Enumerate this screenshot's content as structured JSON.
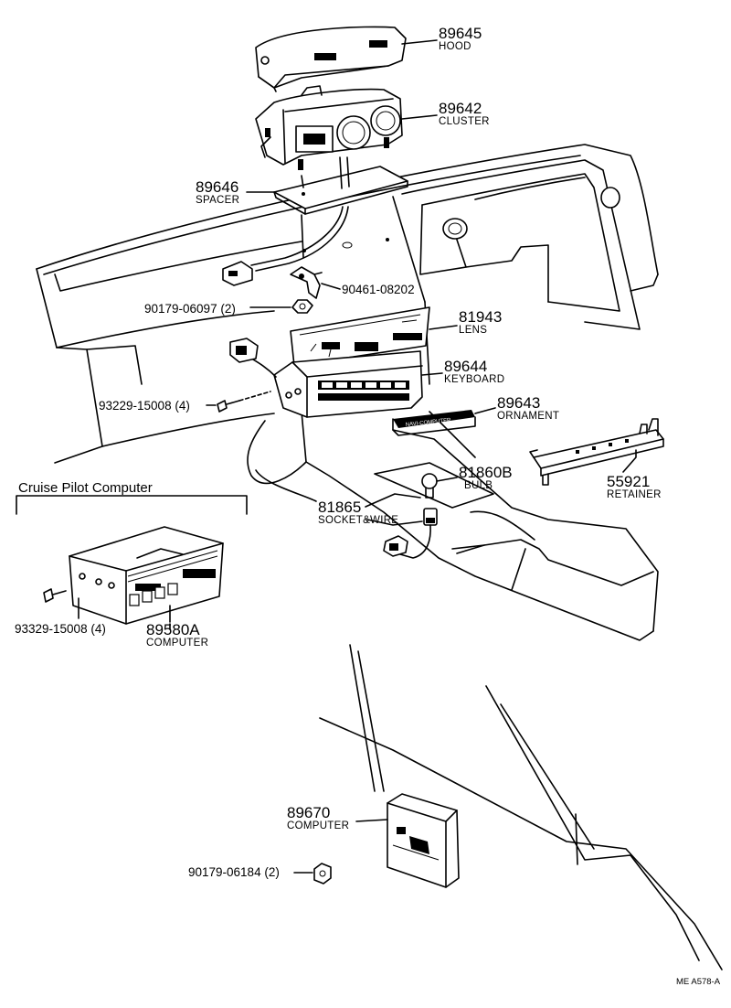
{
  "section": {
    "cruise_title": "Cruise Pilot Computer"
  },
  "parts": {
    "hood": {
      "number": "89645",
      "name": "HOOD"
    },
    "cluster": {
      "number": "89642",
      "name": "CLUSTER"
    },
    "spacer": {
      "number": "89646",
      "name": "SPACER"
    },
    "bracket": {
      "number": "90461-08202"
    },
    "nut_upper": {
      "number": "90179-06097 (2)"
    },
    "lens": {
      "number": "81943",
      "name": "LENS"
    },
    "keyboard": {
      "number": "89644",
      "name": "KEYBOARD"
    },
    "screw_upper": {
      "number": "93229-15008 (4)"
    },
    "ornament": {
      "number": "89643",
      "name": "ORNAMENT",
      "label": "NAVI-COMPUTER"
    },
    "bulb": {
      "number": "81860B",
      "name": "BULB"
    },
    "retainer": {
      "number": "55921",
      "name": "RETAINER"
    },
    "socket": {
      "number": "81865",
      "name": "SOCKET&WIRE"
    },
    "screw_lower": {
      "number": "93329-15008 (4)"
    },
    "computer_a": {
      "number": "89580A",
      "name": "COMPUTER"
    },
    "computer_b": {
      "number": "89670",
      "name": "COMPUTER"
    },
    "nut_lower": {
      "number": "90179-06184 (2)"
    }
  },
  "figure_ref": "ME  A578-A"
}
